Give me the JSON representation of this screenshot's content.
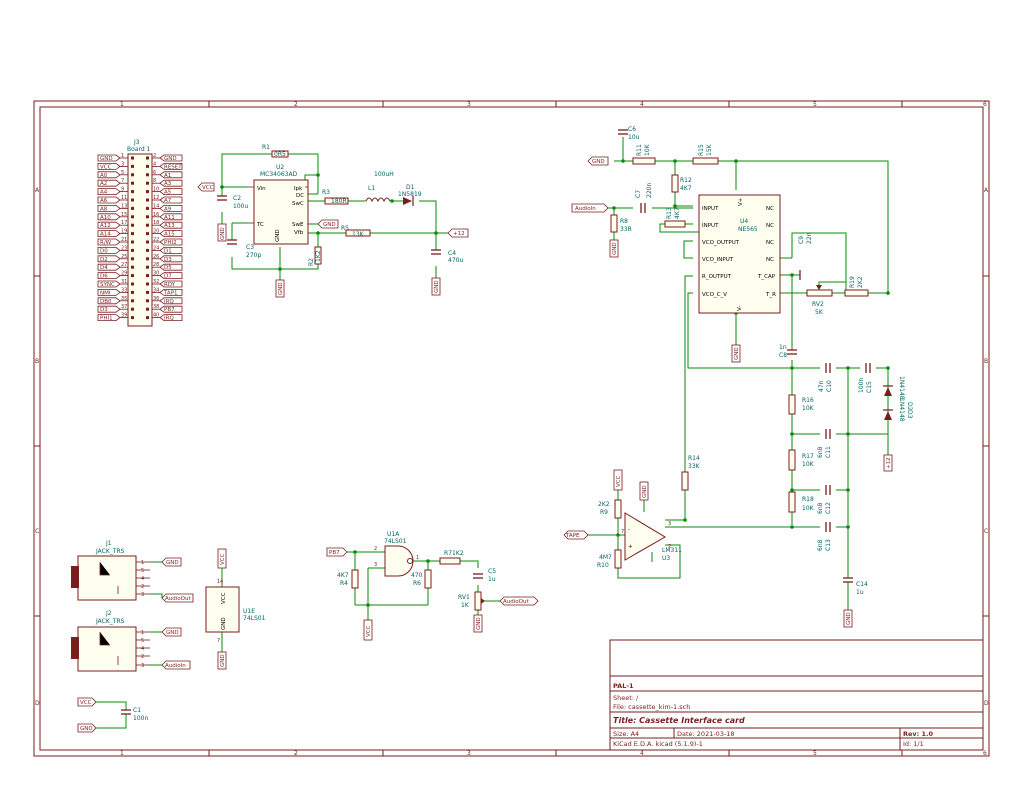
{
  "border": {
    "columns": [
      "1",
      "2",
      "3",
      "4",
      "5",
      "6"
    ],
    "rows": [
      "A",
      "B",
      "C",
      "D"
    ]
  },
  "title_block": {
    "company": "PAL-1",
    "sheet": "Sheet: /",
    "file": "File: cassette_kim-1.sch",
    "title": "Title: Cassette Interface card",
    "size": "Size: A4",
    "date": "Date: 2021-03-18",
    "rev": "Rev: 1.0",
    "tool": "KiCad E.D.A.  kicad (5.1.9)-1",
    "id": "Id: 1/1"
  },
  "j3": {
    "ref": "J3",
    "value": "Board 1",
    "left_labels": [
      "GND",
      "VCC",
      "A0",
      "A2",
      "A4",
      "A6",
      "A8",
      "A10",
      "A12",
      "A14",
      "R/W",
      "D0",
      "D2",
      "D4",
      "D6",
      "SYNC",
      "NMI",
      "DB0",
      "D3",
      "PHI1"
    ],
    "right_labels": [
      "GND",
      "RESET",
      "A1",
      "A3",
      "A5",
      "A7",
      "A9",
      "A11",
      "A13",
      "A15",
      "PHI2",
      "D1",
      "D3",
      "D5",
      "D7",
      "RDY",
      "TAP1",
      "IRQ",
      "PB7",
      "IRQ"
    ],
    "left_pins": [
      "1",
      "3",
      "5",
      "7",
      "9",
      "11",
      "13",
      "15",
      "17",
      "19",
      "21",
      "23",
      "25",
      "27",
      "29",
      "31",
      "33",
      "35",
      "37",
      "39"
    ],
    "right_pins": [
      "2",
      "4",
      "6",
      "8",
      "10",
      "12",
      "14",
      "16",
      "18",
      "20",
      "22",
      "24",
      "26",
      "28",
      "30",
      "32",
      "34",
      "36",
      "38",
      "40"
    ]
  },
  "parts": {
    "u2_ref": "U2",
    "u2_val": "MC34063AD",
    "u2_pins": [
      "Vin",
      "TC",
      "GND",
      "Ipk",
      "DC",
      "SwC",
      "SwE",
      "Vfb"
    ],
    "r1_ref": "R1",
    "r1_val": "0R5",
    "r3_ref": "R3",
    "r3_val": "180R",
    "r5_ref": "R5",
    "r5_val": "13K",
    "r2_ref": "R2",
    "r2_val": "1K2",
    "l1_ref": "L1",
    "l1_val": "100uH",
    "d1_ref": "D1",
    "d1_val": "1N5819",
    "c2_ref": "C2",
    "c2_val": "100u",
    "c3_ref": "C3",
    "c3_val": "270p",
    "c4_ref": "C4",
    "c4_val": "470u",
    "c6_ref": "C6",
    "c6_val": "10u",
    "r11_ref": "R11",
    "r11_val": "10K",
    "r15_ref": "R15",
    "r15_val": "15K",
    "r12_ref": "R12",
    "r12_val": "4K7",
    "c7_ref": "C7",
    "c7_val": "220n",
    "r8_ref": "R8",
    "r8_val": "33R",
    "r13_ref": "R13",
    "r13_val": "4K7",
    "u4_ref": "U4",
    "u4_val": "NE565",
    "u4_pins": [
      "INPUT",
      "INPUT",
      "VCO_OUTPUT",
      "VCO_INPUT",
      "R_OUTPUT",
      "VCO_C_V",
      "V+",
      "V-",
      "NC",
      "NC",
      "NC",
      "NC",
      "T_CAP",
      "T_R"
    ],
    "c9_ref": "C9",
    "c9_val": "22n",
    "rv2_ref": "RV2",
    "rv2_val": "5K",
    "r19_ref": "R19",
    "r19_val": "2K2",
    "c8_ref": "C8",
    "c8_val": "1n",
    "c10_ref": "C10",
    "c10_val": "47n",
    "c15_ref": "C15",
    "c15_val": "100n",
    "d2_ref": "D2",
    "d2_val": "1N4148",
    "d3_ref": "D3",
    "d3_val": "1N4148",
    "r16_ref": "R16",
    "r16_val": "10K",
    "r17_ref": "R17",
    "r17_val": "10K",
    "r18_ref": "R18",
    "r18_val": "10K",
    "c11_ref": "C11",
    "c11_val": "6n8",
    "c12_ref": "C12",
    "c12_val": "6n8",
    "c13_ref": "C13",
    "c13_val": "6n8",
    "c14_ref": "C14",
    "c14_val": "1u",
    "r14_ref": "R14",
    "r14_val": "33K",
    "r9_ref": "R9",
    "r9_val": "2K2",
    "r10_ref": "R10",
    "r10_val": "4M7",
    "u3_ref": "U3",
    "u3_val": "LM311",
    "u1a_ref": "U1A",
    "u1a_val": "74LS01",
    "r4_ref": "R4",
    "r4_val": "4K7",
    "r6_ref": "R6",
    "r6_val": "470",
    "r7_ref": "R7",
    "r7_val": "1K2",
    "c5_ref": "C5",
    "c5_val": "1u",
    "rv1_ref": "RV1",
    "rv1_val": "1K",
    "u1e_ref": "U1E",
    "u1e_val": "74LS01",
    "u1e_vcc": "VCC",
    "u1e_gnd": "GND",
    "j1_ref": "J1",
    "j1_val": "JACK_TRS",
    "j2_ref": "J2",
    "j2_val": "JACK_TRS",
    "c1_ref": "C1",
    "c1_val": "100n"
  },
  "nets": {
    "gnd": "GND",
    "vcc": "VCC",
    "p12": "+12",
    "audioin": "AudioIn",
    "audioout": "AudioOut",
    "tape": "TAPE",
    "pb7": "PB7"
  }
}
